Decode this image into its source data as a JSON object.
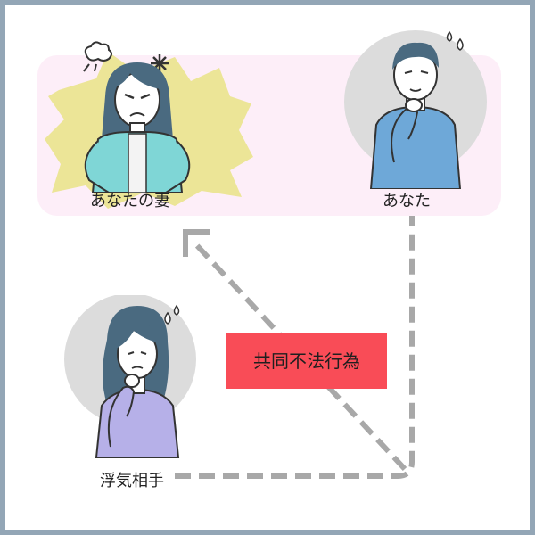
{
  "people": {
    "wife": {
      "label": "あなたの妻"
    },
    "you": {
      "label": "あなた"
    },
    "lover": {
      "label": "浮気相手"
    }
  },
  "relation": {
    "label": "共同不法行為"
  },
  "colors": {
    "frame": "#93a6b6",
    "pink_band": "#fdeef8",
    "burst": "#ece597",
    "circle": "#dcdcdc",
    "badge": "#f94c57",
    "dashes": "#a8a8a8",
    "wife_top": "#7fd6d6",
    "you_top": "#6ea8d8",
    "lover_top": "#b6b0e8",
    "hair": "#4a6a80"
  },
  "icons": [
    "anger-burst-icon",
    "steam-puff-icon",
    "sweat-drop-icon"
  ]
}
